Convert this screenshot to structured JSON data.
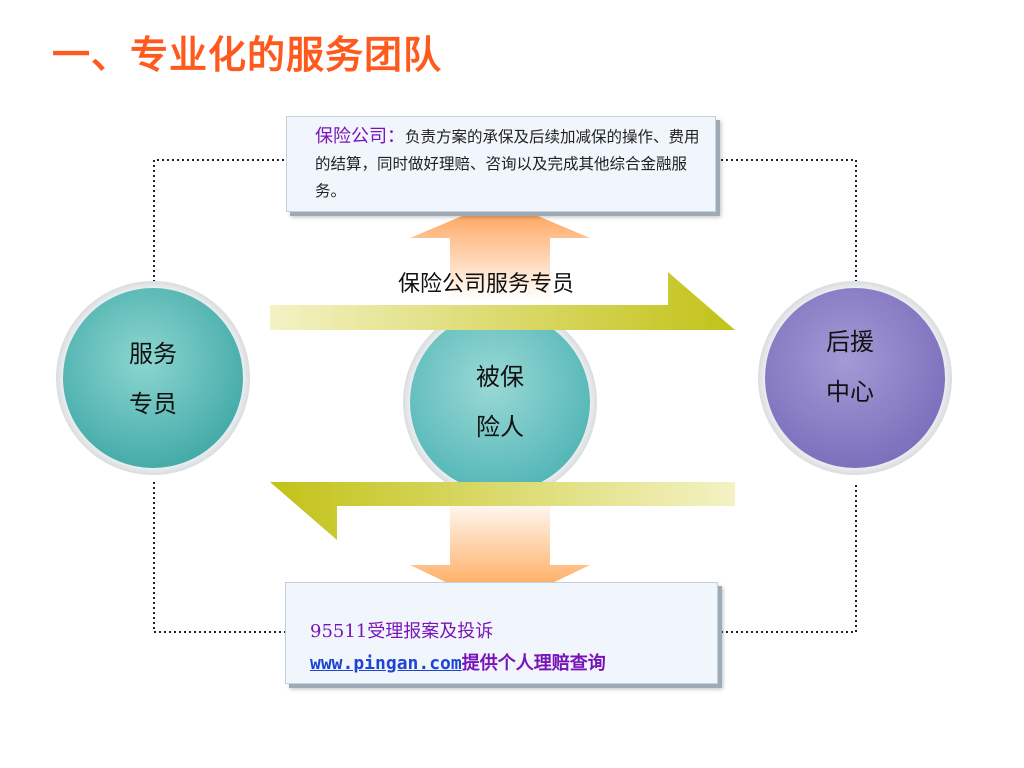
{
  "title": "一、专业化的服务团队",
  "top_box": {
    "label": "保险公司：",
    "text": "负责方案的承保及后续加减保的操作、费用的结算，同时做好理赔、咨询以及完成其他综合金融服务。"
  },
  "arrow_label": "保险公司服务专员",
  "circles": {
    "left": {
      "line1": "服务",
      "line2": "专员",
      "color": "#4ab0ad"
    },
    "center": {
      "line1": "被保",
      "line2": "险人",
      "color": "#5cbcbc"
    },
    "right": {
      "line1": "后援",
      "line2": "中心",
      "color": "#8476c0"
    }
  },
  "bottom_box": {
    "line1": "95511受理报案及投诉",
    "url": "www.pingan.com",
    "line2_suffix": "提供个人理赔查询"
  },
  "colors": {
    "title": "#ff5a1e",
    "highlight": "#7a14b8",
    "link": "#1e44d4",
    "orange_arrow": "#ff9a4a",
    "yellow_arrow": "#c8c82a"
  }
}
